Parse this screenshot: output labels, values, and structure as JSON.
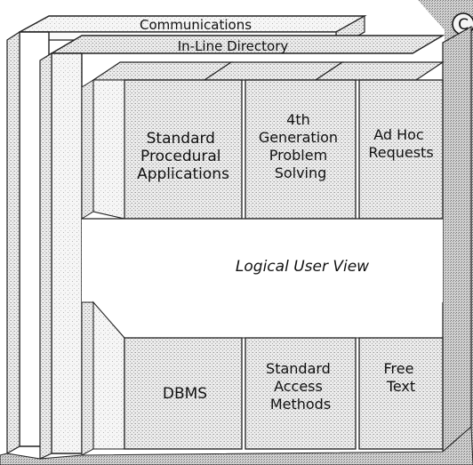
{
  "diagram": {
    "layers": {
      "communications": "Communications",
      "directory": "In-Line Directory",
      "logical_view": "Logical User View"
    },
    "top_boxes": [
      {
        "lines": [
          "Standard",
          "Procedural",
          "Applications"
        ]
      },
      {
        "lines": [
          "4th",
          "Generation",
          "Problem",
          "Solving"
        ]
      },
      {
        "lines": [
          "Ad Hoc",
          "Requests"
        ]
      }
    ],
    "bottom_boxes": [
      {
        "lines": [
          "DBMS"
        ]
      },
      {
        "lines": [
          "Standard",
          "Access",
          "Methods"
        ]
      },
      {
        "lines": [
          "Free",
          "Text"
        ]
      }
    ],
    "corner_glyph": "C"
  }
}
